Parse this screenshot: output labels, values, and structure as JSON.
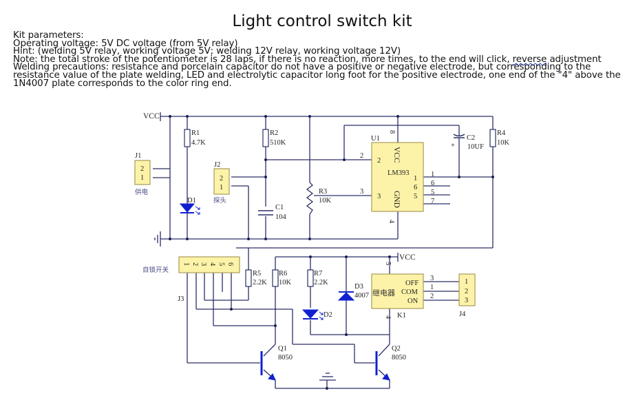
{
  "title": "Light control switch kit",
  "notes": {
    "line1": "Kit parameters:",
    "line2": "Operating voltage: 5V DC voltage (from 5V relay)",
    "line3": "Hint: (welding 5V relay, working voltage 5V; welding 12V relay, working voltage 12V)",
    "line4a": " Note: the total stroke of the potentiometer is 28 laps, if there is no reaction, more times, to the end will click, ",
    "line4b": "reverse",
    "line4c": " adjustment",
    "line5": " Welding precautions: resistance and porcelain capacitor do not have a positive or negative electrode, but corresponding to the",
    "line6": "resistance value of the plate welding, LED and electrolytic capacitor long foot for the positive electrode, one end of the \"4\" above the",
    "line7": "1N4007 plate corresponds to the color ring end."
  },
  "schematic": {
    "vcc_top": "VCC",
    "vcc_relay": "VCC",
    "J1": {
      "ref": "J1",
      "pins": [
        "2",
        "1"
      ],
      "label": "供电"
    },
    "J2": {
      "ref": "J2",
      "pins": [
        "2",
        "1"
      ],
      "label": "探头"
    },
    "J3": {
      "ref": "J3",
      "pins": [
        "1",
        "2",
        "3",
        "4",
        "5",
        "6"
      ],
      "label": "自锁开关"
    },
    "J4": {
      "ref": "J4",
      "pins": [
        "1",
        "2",
        "3"
      ]
    },
    "R1": {
      "ref": "R1",
      "value": "4.7K"
    },
    "R2": {
      "ref": "R2",
      "value": "510K"
    },
    "R3": {
      "ref": "R3",
      "value": "10K"
    },
    "R4": {
      "ref": "R4",
      "value": "10K"
    },
    "R5": {
      "ref": "R5",
      "value": "2.2K"
    },
    "R6": {
      "ref": "R6",
      "value": "10K"
    },
    "R7": {
      "ref": "R7",
      "value": "2.2K"
    },
    "C1": {
      "ref": "C1",
      "value": "104"
    },
    "C2": {
      "ref": "C2",
      "value": "10UF",
      "polarity": "+"
    },
    "D1": {
      "ref": "D1"
    },
    "D2": {
      "ref": "D2"
    },
    "D3": {
      "ref": "D3",
      "value": "4007"
    },
    "Q1": {
      "ref": "Q1",
      "value": "8050"
    },
    "Q2": {
      "ref": "Q2",
      "value": "8050"
    },
    "U1": {
      "ref": "U1",
      "part": "LM393",
      "vcc": "VCC",
      "gnd": "GND",
      "pin_labels_inside": [
        "2",
        "3",
        "1",
        "6",
        "5"
      ],
      "pin_numbers_outside": {
        "p8": "8",
        "p2": "2",
        "p3": "3",
        "p4": "4",
        "p1": "1",
        "p6": "6",
        "p5": "5",
        "p7": "7"
      }
    },
    "K1": {
      "ref": "K1",
      "name": "继电器",
      "off": "OFF",
      "com": "COM",
      "on": "ON",
      "pin5": "5",
      "pin4": "4",
      "out_pins": [
        "3",
        "1",
        "2"
      ]
    }
  },
  "colors": {
    "wire": "#2a2e66",
    "component_fill": "#fdf3a8",
    "led_blue": "#1020d0"
  }
}
